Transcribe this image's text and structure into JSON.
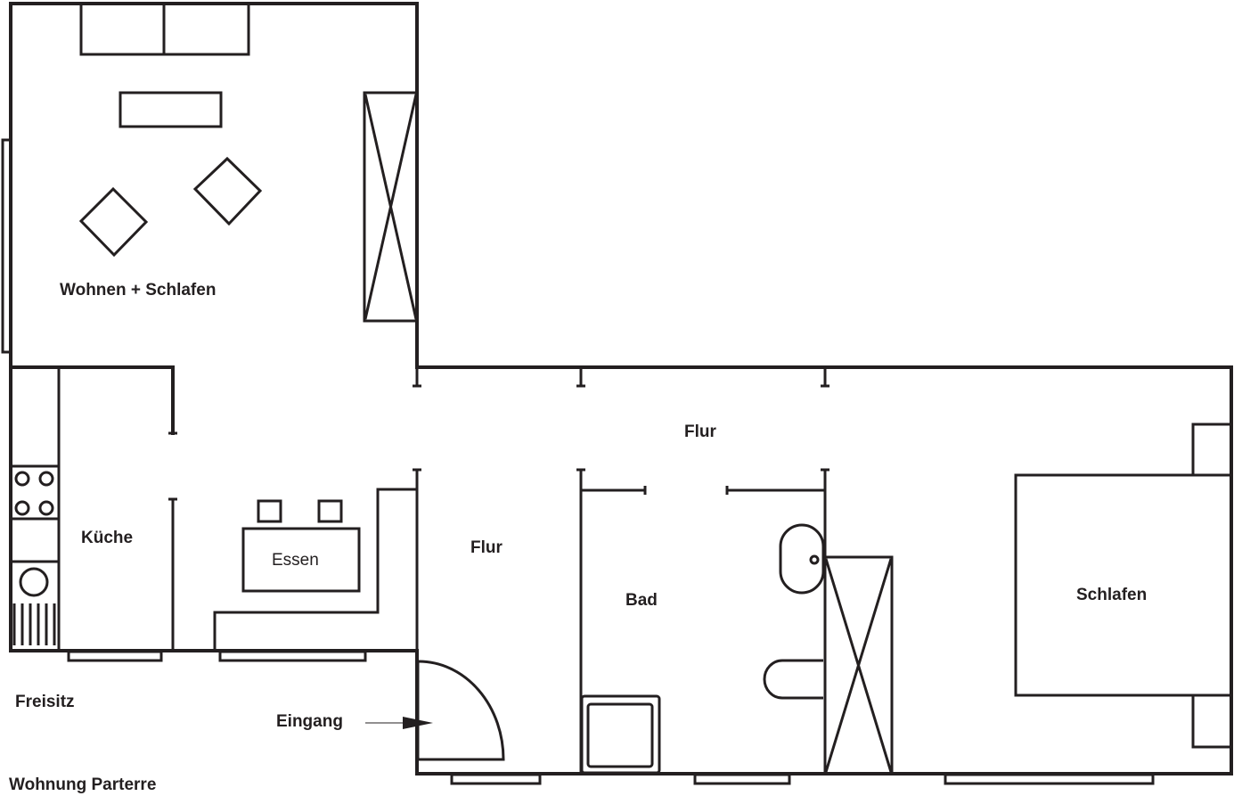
{
  "plan": {
    "title": "Wohnung Parterre",
    "line_color": "#231f20",
    "background": "#ffffff"
  },
  "rooms": {
    "wohnen": "Wohnen + Schlafen",
    "kueche": "Küche",
    "essen": "Essen",
    "flur_upper": "Flur",
    "flur_lower": "Flur",
    "bad": "Bad",
    "schlafen": "Schlafen",
    "freisitz": "Freisitz",
    "eingang": "Eingang"
  }
}
